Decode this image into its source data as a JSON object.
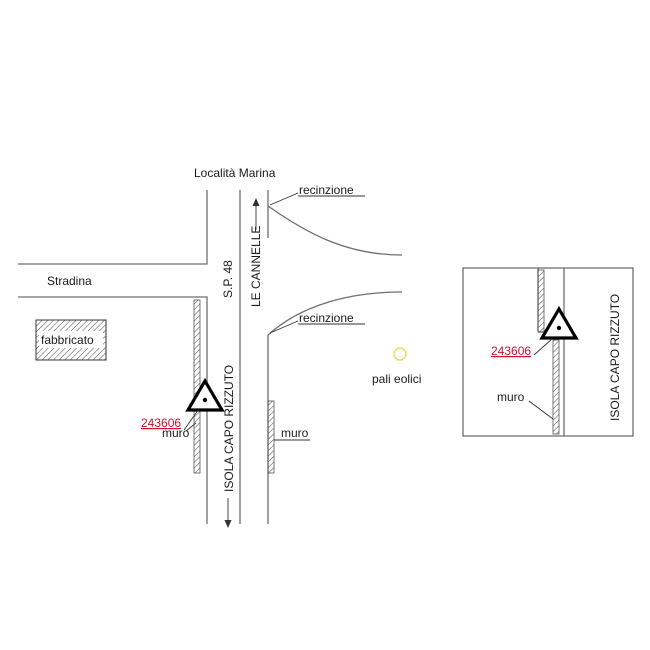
{
  "map": {
    "labels": {
      "locality": "Località Marina",
      "road_number": "S.P. 48",
      "road_north": "LE CANNELLE",
      "road_south": "ISOLA CAPO RIZZUTO",
      "side_road": "Stradina",
      "building": "fabbricato",
      "fence_top": "recinzione",
      "fence_bottom": "recinzione",
      "wind_turbines": "pali eolici",
      "wall_left": "muro",
      "wall_right": "muro",
      "marker_id": "243606"
    },
    "inset": {
      "road_label": "ISOLA CAPO RIZZUTO",
      "wall_label": "muro",
      "marker_id": "243606"
    },
    "colors": {
      "marker_id_text": "#c8102e",
      "wind_turbine_symbol": "#e6dc5a",
      "road_line": "#6e6e6e",
      "hatch": "#555555"
    },
    "icons": {
      "marker": "triangle-marker-icon",
      "wind_turbine": "wind-turbine-circle-icon",
      "direction": "arrow-icon"
    }
  }
}
